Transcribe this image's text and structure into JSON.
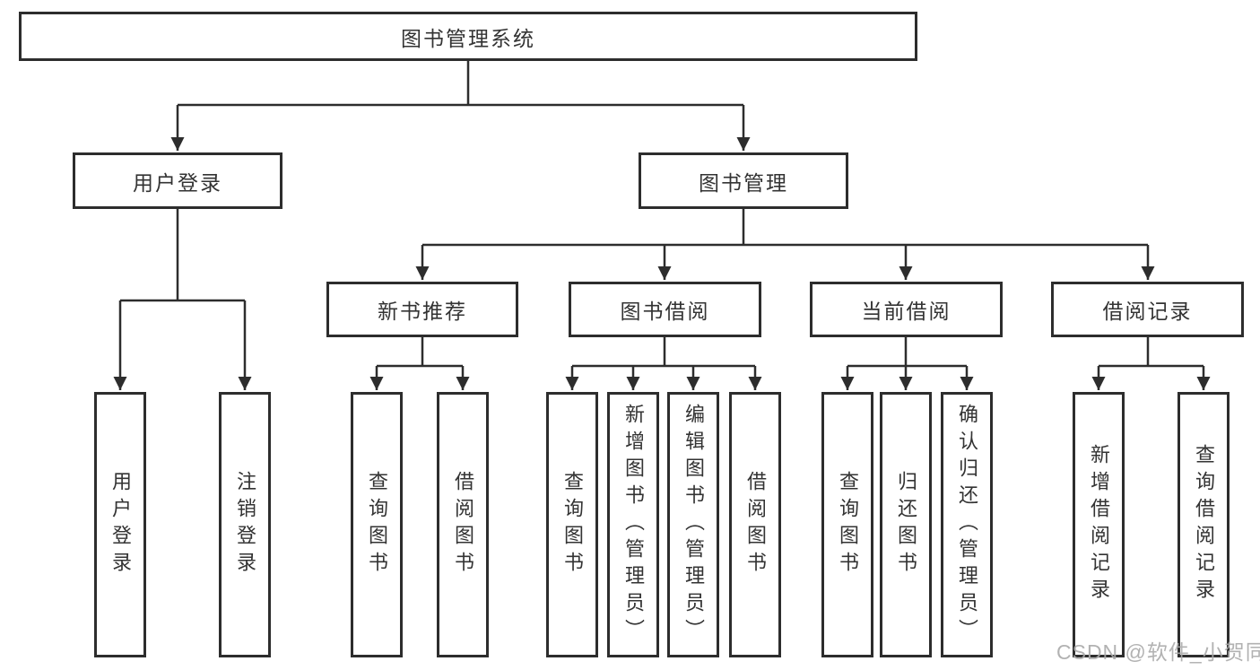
{
  "tree": {
    "label": "图书管理系统",
    "children": [
      {
        "label": "用户登录",
        "children": [
          {
            "label": "用户登录"
          },
          {
            "label": "注销登录"
          }
        ]
      },
      {
        "label": "图书管理",
        "children": [
          {
            "label": "新书推荐",
            "children": [
              {
                "label": "查询图书"
              },
              {
                "label": "借阅图书"
              }
            ]
          },
          {
            "label": "图书借阅",
            "children": [
              {
                "label": "查询图书"
              },
              {
                "label": "新增图书（管理员）"
              },
              {
                "label": "编辑图书（管理员）"
              },
              {
                "label": "借阅图书"
              }
            ]
          },
          {
            "label": "当前借阅",
            "children": [
              {
                "label": "查询图书"
              },
              {
                "label": "归还图书"
              },
              {
                "label": "确认归还（管理员）"
              }
            ]
          },
          {
            "label": "借阅记录",
            "children": [
              {
                "label": "新增借阅记录"
              },
              {
                "label": "查询借阅记录"
              }
            ]
          }
        ]
      }
    ]
  },
  "watermark": {
    "text": "CSDN @软件_小贺同学"
  },
  "colors": {
    "line": "#2d2d2d",
    "text": "#333333",
    "watermark": "#aaaaaa",
    "background": "#ffffff"
  }
}
